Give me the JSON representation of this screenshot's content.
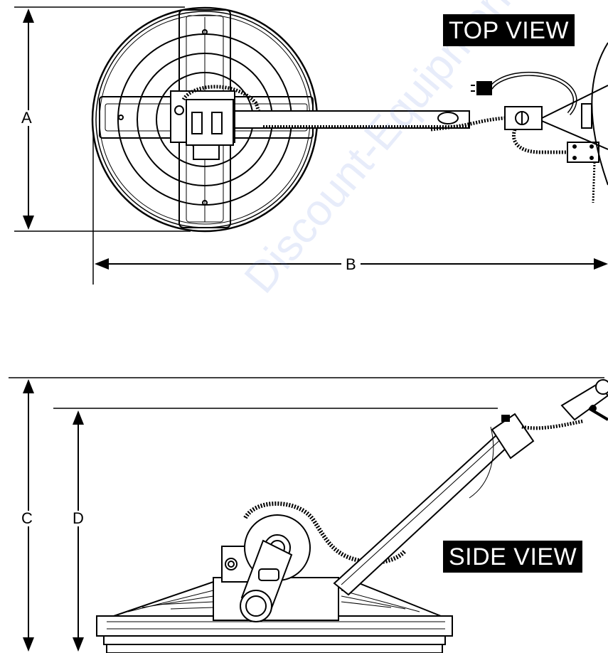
{
  "labels": {
    "top_view": "TOP VIEW",
    "side_view": "SIDE VIEW"
  },
  "dimensions": {
    "a": "A",
    "b": "B",
    "c": "C",
    "d": "D"
  },
  "watermark": "Discount-Equipment.com",
  "colors": {
    "line": "#000000",
    "background": "#ffffff",
    "label_bg": "#000000",
    "label_text": "#ffffff",
    "watermark": "#466edc"
  }
}
